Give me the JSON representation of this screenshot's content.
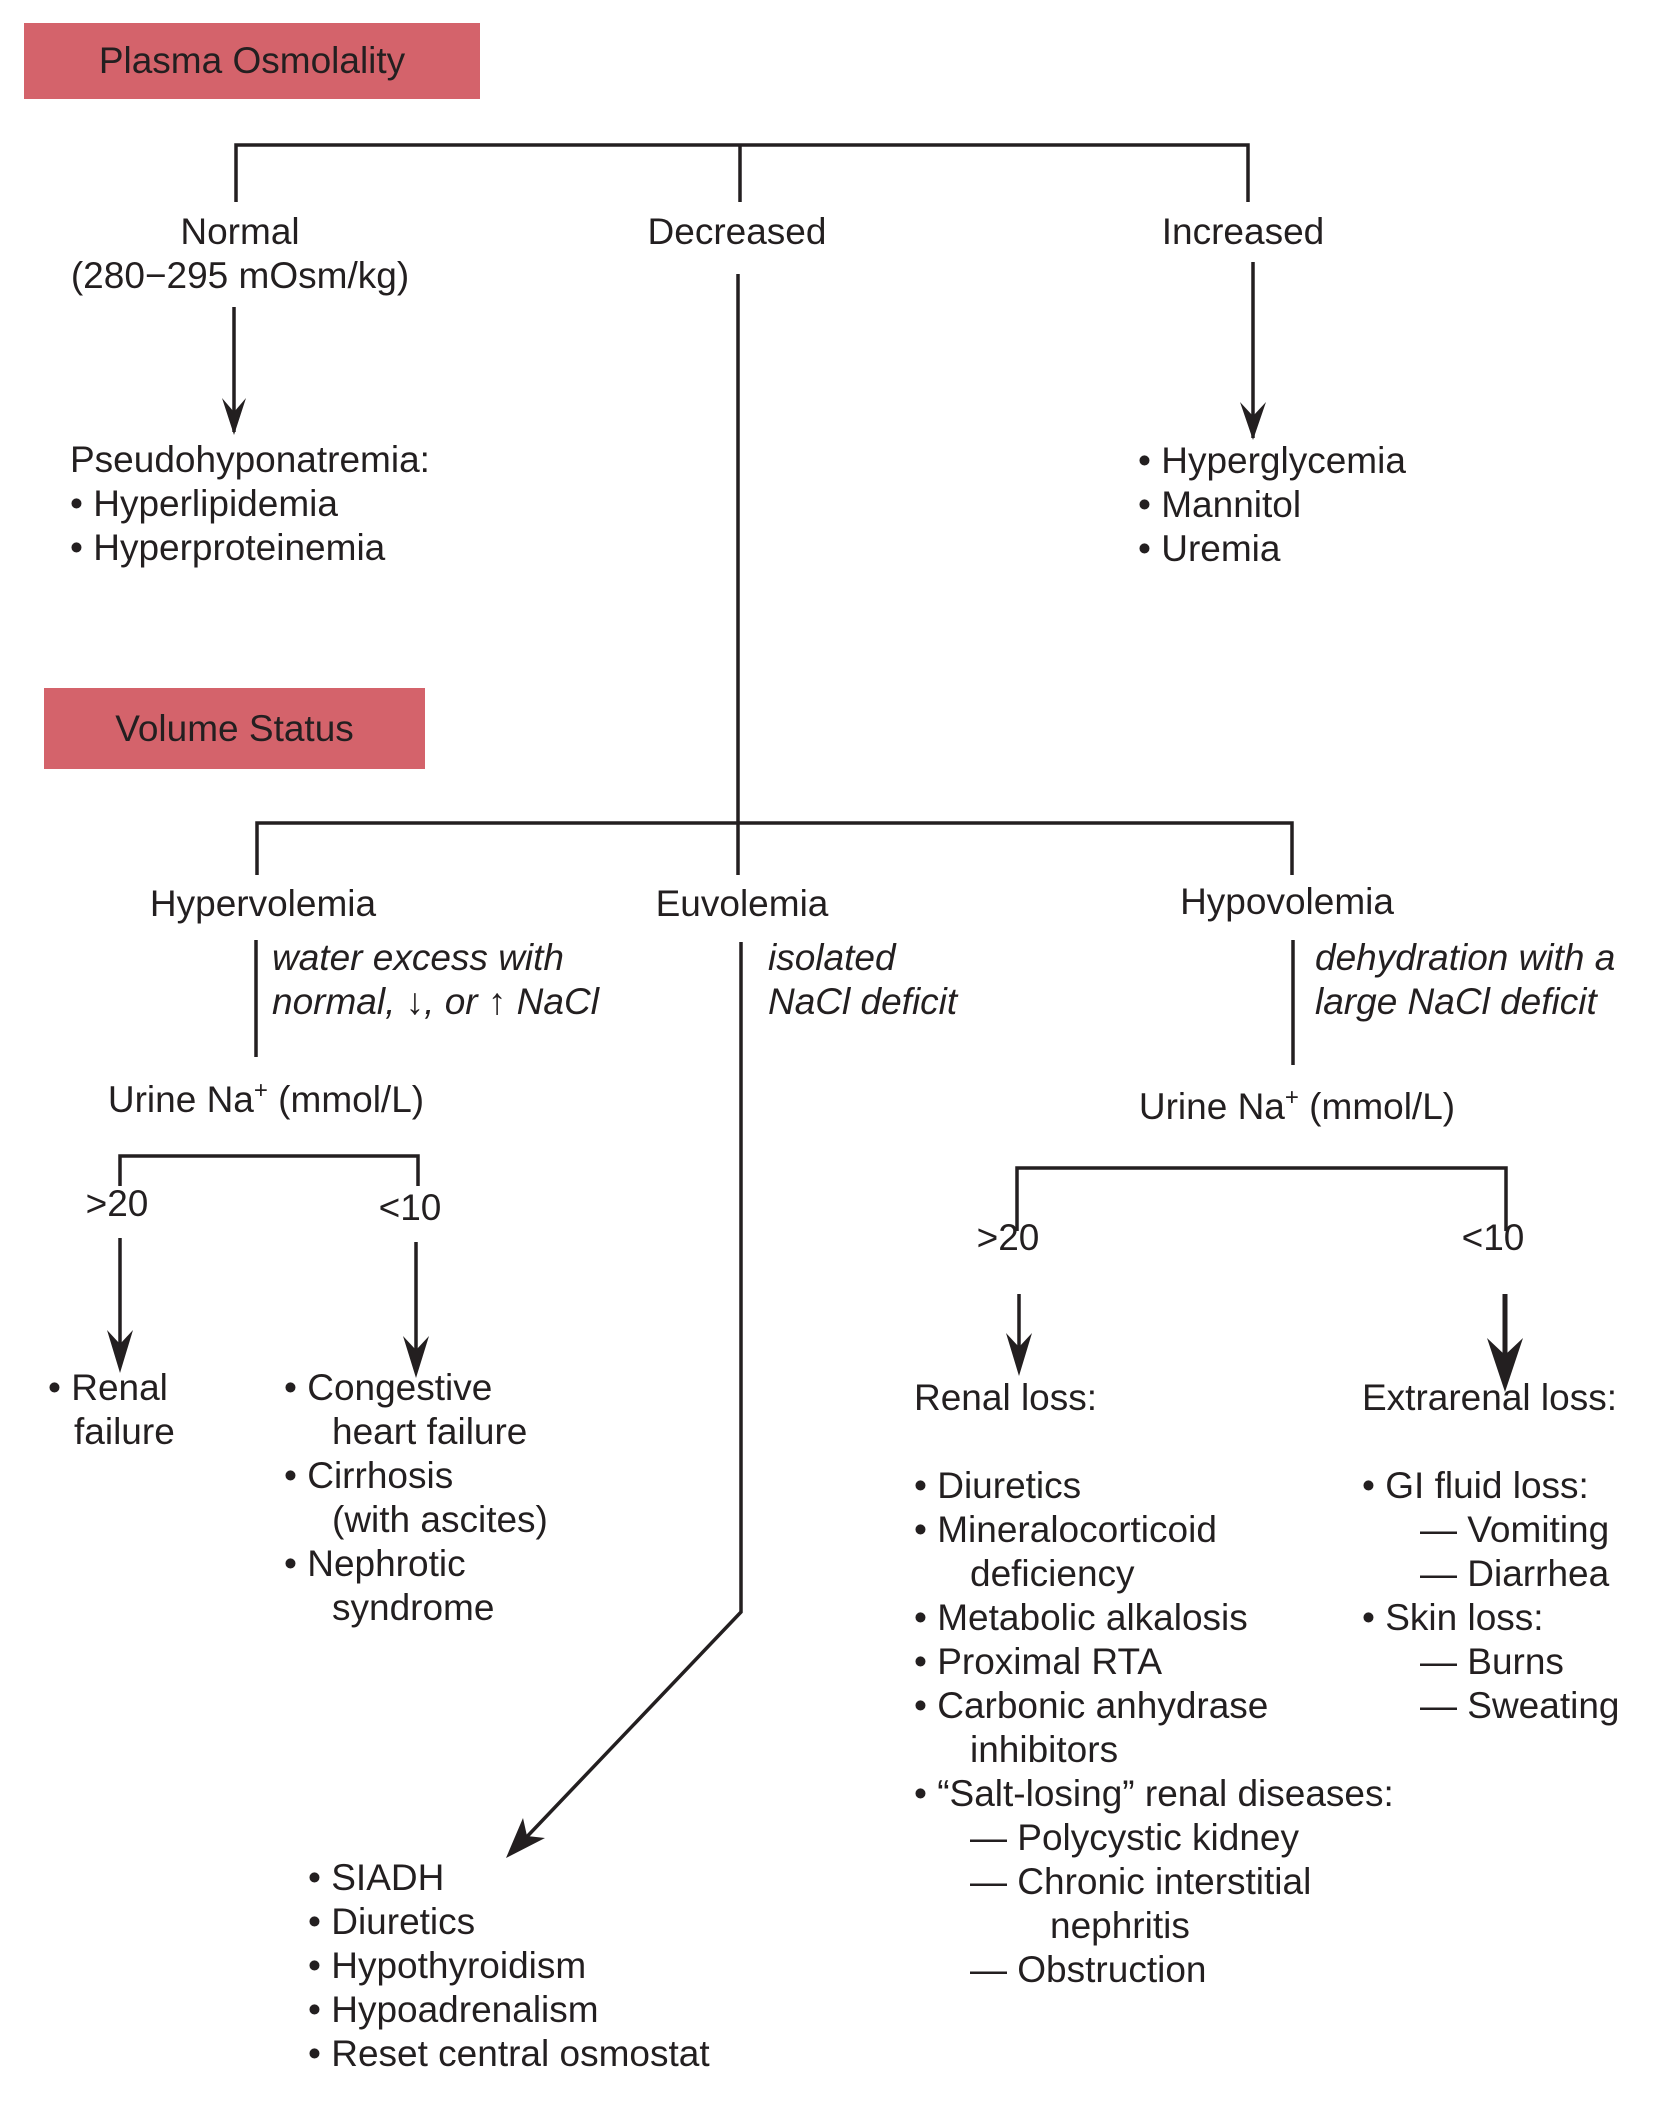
{
  "headers": {
    "plasma_osmolality": "Plasma Osmolality",
    "volume_status": "Volume Status",
    "color": "#d4636b"
  },
  "osmolality": {
    "normal": {
      "label": "Normal",
      "range": "(280−295 mOsm/kg)"
    },
    "decreased": {
      "label": "Decreased"
    },
    "increased": {
      "label": "Increased"
    }
  },
  "normal_outcome": {
    "title": "Pseudohyponatremia:",
    "items": [
      "• Hyperlipidemia",
      "• Hyperproteinemia"
    ]
  },
  "increased_outcome": {
    "items": [
      "• Hyperglycemia",
      "• Mannitol",
      "• Uremia"
    ]
  },
  "volume": {
    "hypervolemia": {
      "label": "Hypervolemia",
      "note": [
        "water excess with",
        "normal, ↓, or ↑ NaCl"
      ],
      "urine_label": "Urine Na",
      "urine_sup": "+",
      "urine_unit": " (mmol/L)",
      "high": ">20",
      "low": "<10",
      "high_outcome": [
        "• Renal",
        "failure"
      ],
      "low_outcome": [
        "• Congestive",
        "heart failure",
        "• Cirrhosis",
        "(with ascites)",
        "• Nephrotic",
        "syndrome"
      ]
    },
    "euvolemia": {
      "label": "Euvolemia",
      "note": [
        "isolated",
        "NaCl deficit"
      ],
      "outcome": [
        "• SIADH",
        "• Diuretics",
        "• Hypothyroidism",
        "• Hypoadrenalism",
        "• Reset central osmostat"
      ]
    },
    "hypovolemia": {
      "label": "Hypovolemia",
      "note": [
        "dehydration with a",
        "large NaCl deficit"
      ],
      "urine_label": "Urine Na",
      "urine_sup": "+",
      "urine_unit": " (mmol/L)",
      "high": ">20",
      "low": "<10",
      "renal_loss": {
        "title": "Renal loss:",
        "items": [
          "• Diuretics",
          "• Mineralocorticoid",
          "deficiency",
          "• Metabolic alkalosis",
          "• Proximal RTA",
          "• Carbonic anhydrase",
          "inhibitors",
          "• “Salt-losing” renal diseases:",
          "— Polycystic kidney",
          "— Chronic interstitial",
          "nephritis",
          "— Obstruction"
        ]
      },
      "extrarenal_loss": {
        "title": "Extrarenal loss:",
        "items": [
          "• GI fluid loss:",
          "— Vomiting",
          "— Diarrhea",
          "• Skin loss:",
          "— Burns",
          "— Sweating"
        ]
      }
    }
  }
}
